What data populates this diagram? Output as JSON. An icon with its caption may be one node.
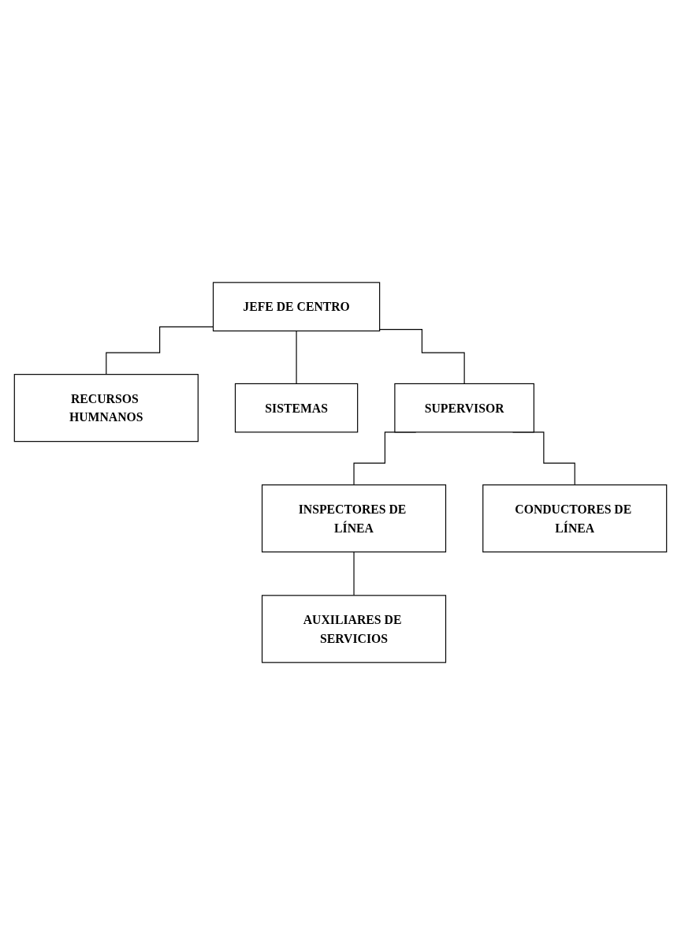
{
  "diagram": {
    "nodes": [
      {
        "text": [
          "JEFE DE CENTRO"
        ]
      },
      {
        "text": [
          "RECURSOS HUMNANOS"
        ]
      },
      {
        "text": [
          "SISTEMAS"
        ]
      },
      {
        "text": [
          "SUPERVISOR"
        ]
      },
      {
        "text": [
          "INSPECTORES DE LÍNEA"
        ]
      },
      {
        "text": [
          "CONDUCTORES DE LÍNEA"
        ]
      },
      {
        "text": [
          "AUXILIARES DE SERVICIOS"
        ]
      }
    ],
    "edges": [
      {
        "from": 0,
        "to": 1,
        "arrow": "none"
      },
      {
        "from": 0,
        "to": 2,
        "arrow": "none"
      },
      {
        "from": 0,
        "to": 3,
        "arrow": "none"
      },
      {
        "from": 3,
        "to": 4,
        "arrow": "none"
      },
      {
        "from": 3,
        "to": 5,
        "arrow": "none"
      },
      {
        "from": 4,
        "to": 6,
        "arrow": "none"
      }
    ]
  }
}
